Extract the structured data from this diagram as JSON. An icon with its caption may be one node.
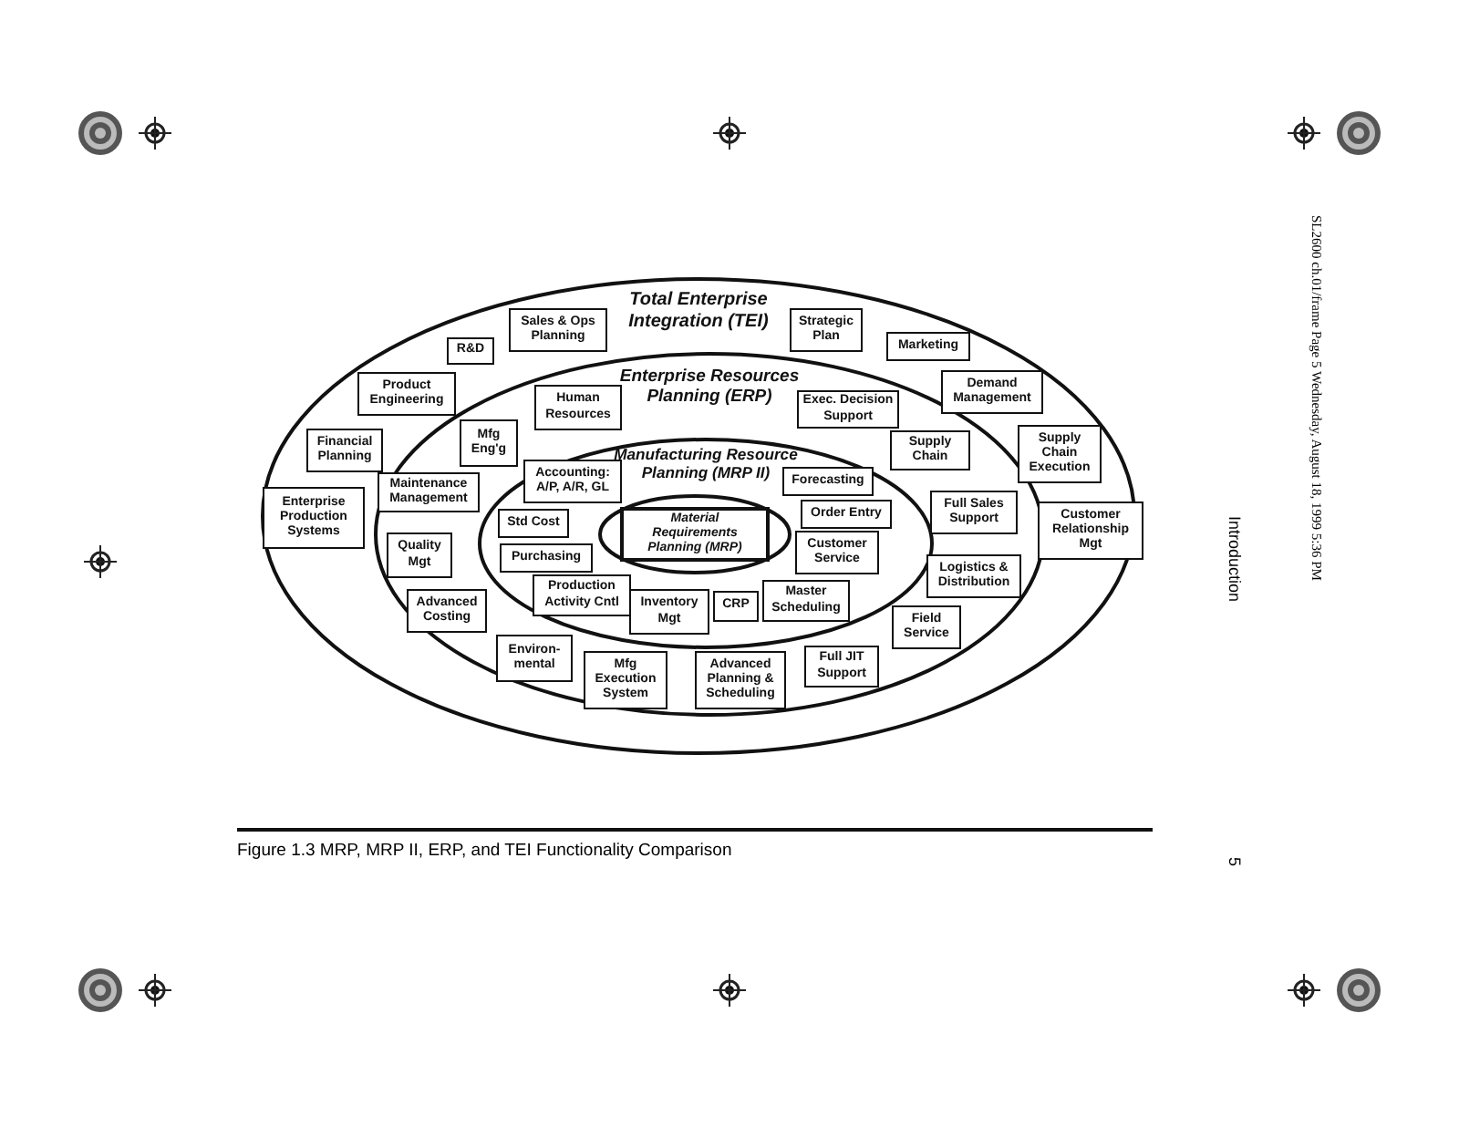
{
  "diagram": {
    "caption": "Figure 1.3 MRP, MRP II, ERP, and TEI Functionality Comparison",
    "nodes": [
      {
        "text": [
          "Total Enterprise Integration (TEI)"
        ]
      },
      {
        "text": [
          "Enterprise Resources Planning (ERP)"
        ],
        "in": 0
      },
      {
        "text": [
          "Manufacturing Resource Planning (MRP II)"
        ],
        "in": 1
      },
      {
        "text": [],
        "shape": "ellipse",
        "in": 2
      },
      {
        "text": [
          "Material Requirements Planning (MRP)"
        ],
        "in": 3
      },
      {
        "text": [
          "Sales & Ops Planning"
        ],
        "in": 0
      },
      {
        "text": [
          "R&D"
        ],
        "in": 0
      },
      {
        "text": [
          "Strategic Plan"
        ],
        "in": 0
      },
      {
        "text": [
          "Marketing"
        ],
        "in": 0
      },
      {
        "text": [
          "Product Engineering"
        ],
        "in": 0
      },
      {
        "text": [
          "Demand Management"
        ],
        "in": 0
      },
      {
        "text": [
          "Financial Planning"
        ],
        "in": 0
      },
      {
        "text": [
          "Supply Chain Execution"
        ],
        "in": 0
      },
      {
        "text": [
          "Maintenance Management"
        ],
        "in": 1
      },
      {
        "text": [
          "Quality Mgt"
        ],
        "in": 1
      },
      {
        "text": [
          "Advanced Costing"
        ],
        "in": 1
      },
      {
        "text": [
          "Environ-mental"
        ],
        "in": 1
      },
      {
        "text": [
          "Mfg Execution System"
        ],
        "in": 1
      },
      {
        "text": [
          "Advanced Planning & Scheduling"
        ],
        "in": 1
      },
      {
        "text": [
          "Full JIT Support"
        ],
        "in": 1
      },
      {
        "text": [
          "Field Service"
        ],
        "in": 1
      },
      {
        "text": [
          "Enterprise Production Systems"
        ],
        "in": 0
      },
      {
        "text": [
          "Customer Relationship Mgt"
        ]
      },
      {
        "text": [
          "Human Resources"
        ],
        "in": 1
      },
      {
        "text": [
          "Exec. Decision Support"
        ],
        "in": 1
      },
      {
        "text": [
          "Mfg Eng'g"
        ],
        "in": 1
      },
      {
        "text": [
          "Supply Chain"
        ],
        "in": 1
      },
      {
        "text": [
          "Full Sales Support"
        ],
        "in": 1
      },
      {
        "text": [
          "Logistics & Distribution"
        ],
        "in": 1
      },
      {
        "text": [
          "Production Activity Cntl"
        ],
        "in": 2
      },
      {
        "text": [
          "Accounting: A/P, A/R, GL"
        ],
        "in": 2
      },
      {
        "text": [
          "Forecasting"
        ],
        "in": 2
      },
      {
        "text": [
          "Std Cost"
        ],
        "in": 2
      },
      {
        "text": [
          "Order Entry"
        ],
        "in": 2
      },
      {
        "text": [
          "Purchasing"
        ],
        "in": 2
      },
      {
        "text": [
          "Customer Service"
        ],
        "in": 2
      },
      {
        "text": [
          "Inventory Mgt"
        ],
        "in": 2
      },
      {
        "text": [
          "CRP"
        ],
        "in": 2
      },
      {
        "text": [
          "Master Scheduling"
        ],
        "in": 2
      }
    ],
    "labels": [
      "SL2600 ch.01/frame Page 5 Wednesday, August 18, 1999 5:36 PM",
      "Introduction",
      "5"
    ]
  }
}
